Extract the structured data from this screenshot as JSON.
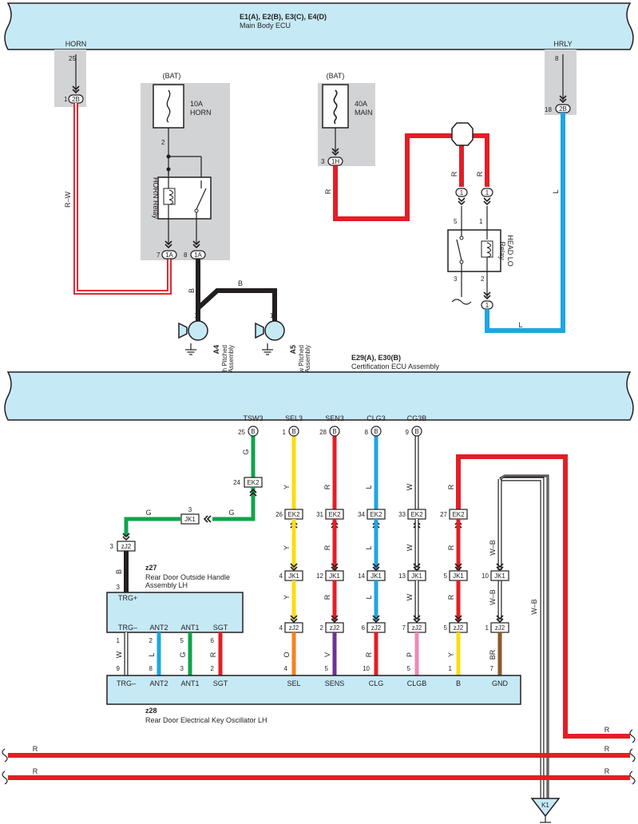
{
  "colors": {
    "ecu_fill": "#c6e9f6",
    "shade": "#d2d3d4",
    "red": "#e31e26",
    "blue": "#1ea6e2",
    "green": "#12a34b",
    "yellow": "#fbdc12",
    "orange": "#f58220",
    "violet": "#6b3393",
    "pink": "#ee89b8",
    "brown": "#8b5a2b",
    "black": "#231f20"
  },
  "top": {
    "ecu_title": "E1(A), E2(B), E3(C), E4(D)",
    "ecu_subtitle": "Main Body ECU",
    "horn_label": "HORN",
    "horn_pin": "25",
    "horn_conn_num": "1",
    "horn_conn": "2B",
    "hrly_label": "HRLY",
    "hrly_pin": "8",
    "hrly_conn_num": "18",
    "hrly_conn": "2B",
    "rw_wire": "R–W",
    "bat1": "(BAT)",
    "fuse1_line1": "10A",
    "fuse1_line2": "HORN",
    "fuse1_pin": "2",
    "horn_relay": "HORN Relay",
    "relay_conn_pin_a": "7",
    "relay_conn_a": "1A",
    "relay_conn_pin_b": "8",
    "relay_conn_b": "1A",
    "b_wire": "B",
    "b_wire2": "B",
    "horn_pin1": "1",
    "horn_pin2": "1",
    "a4_id": "A4",
    "a4_line1": "High Pitched",
    "a4_line2": "Horn Assembly",
    "a5_id": "A5",
    "a5_line1": "Low Pitched",
    "a5_line2": "Horn Assembly",
    "bat2": "(BAT)",
    "fuse2_line1": "40A",
    "fuse2_line2": "MAIN",
    "fuse2_pin": "3",
    "fuse2_conn": "1H",
    "r_wire": "R",
    "r_wire2": "R",
    "r_wire3": "R",
    "conn_1a": "1",
    "conn_1b": "1",
    "conn_1c": "1",
    "headlo_pin5": "5",
    "headlo_pin1": "1",
    "headlo_pin3": "3",
    "headlo_pin2": "2",
    "headlo_line1": "HEAD LO",
    "headlo_line2": "Relay",
    "l_wire": "L",
    "l_wire2": "L"
  },
  "mid": {
    "ecu_title": "E29(A), E30(B)",
    "ecu_subtitle": "Certification ECU Assembly",
    "terminals": [
      {
        "name": "TSW3",
        "pin": "25",
        "conn": "B"
      },
      {
        "name": "SEL3",
        "pin": "1",
        "conn": "B"
      },
      {
        "name": "SEN3",
        "pin": "28",
        "conn": "B"
      },
      {
        "name": "CLG3",
        "pin": "8",
        "conn": "B"
      },
      {
        "name": "CG3B",
        "pin": "9",
        "conn": "B"
      }
    ],
    "col_wire_labels": [
      "G",
      "Y",
      "R",
      "L",
      "W",
      "R"
    ],
    "ek2_pins": [
      "24",
      "26",
      "31",
      "34",
      "33",
      "27"
    ],
    "ek2": "EK2",
    "jk1": "JK1",
    "zj2": "zJ2",
    "jk1_pins": [
      "3",
      "4",
      "12",
      "14",
      "13",
      "5",
      "10"
    ],
    "zj2_pins": [
      "3",
      "4",
      "2",
      "6",
      "7",
      "5",
      "1"
    ],
    "col_wire_labels2": [
      "Y",
      "R",
      "L",
      "W",
      "R",
      "W–B"
    ],
    "col_wire_labels3": [
      "Y",
      "R",
      "L",
      "W",
      "R",
      "W–B"
    ],
    "g_wire": "G",
    "g_wire2": "G",
    "b_wire": "B",
    "wb_wire": "W–B",
    "z27_id": "z27",
    "z27_line1": "Rear Door Outside Handle",
    "z27_line2": "Assembly LH",
    "z27_pins": {
      "trgp": "TRG+",
      "trgm": "TRG–",
      "ant2": "ANT2",
      "ant1": "ANT1",
      "sgt": "SGT"
    },
    "z27_pin_3": "3",
    "z28_id": "z28",
    "z28_line1": "Rear Door Electrical Key Oscillator LH",
    "z28_labels": [
      "TRG–",
      "ANT2",
      "ANT1",
      "SGT",
      "SEL",
      "SENS",
      "CLG",
      "CLGB",
      "B",
      "GND"
    ],
    "link_top_pins": [
      "1",
      "2",
      "5",
      "6"
    ],
    "link_bot_pins": [
      "9",
      "8",
      "3",
      "2"
    ],
    "link_wires": [
      "W",
      "L",
      "G",
      "R"
    ],
    "z28_wire_labels": [
      "O",
      "V",
      "R",
      "P",
      "Y",
      "BR"
    ],
    "z28_top_pins": [
      "4",
      "2",
      "6",
      "7",
      "5",
      "1"
    ],
    "z28_bot_pins": [
      "4",
      "5",
      "10",
      "5",
      "1",
      "7"
    ],
    "right_r": "R",
    "bus_r_left1": "R",
    "bus_r_right1": "R",
    "bus_r_left2": "R",
    "bus_r_right2": "R",
    "ground_id": "K1"
  }
}
